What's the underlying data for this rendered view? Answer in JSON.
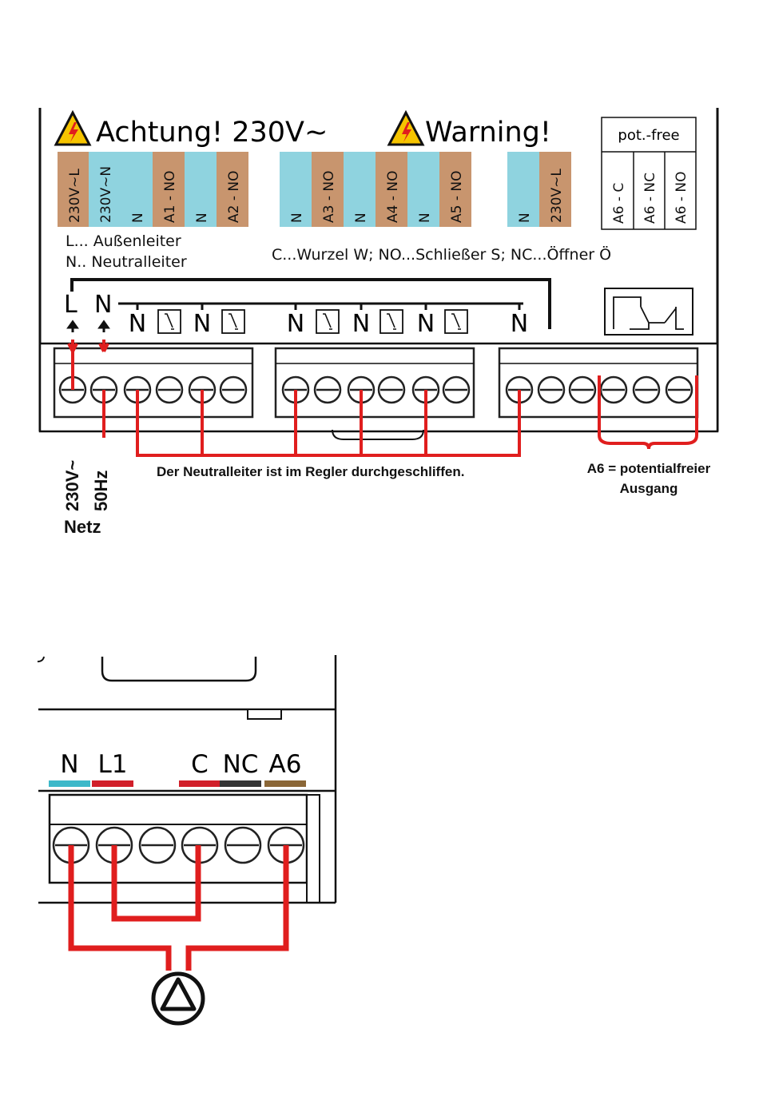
{
  "top_panel": {
    "title_left": "Achtung! 230V~",
    "title_right": "Warning!",
    "pot_free_label": "pot.-free",
    "terminal_labels": [
      {
        "text": "230V~L",
        "color": "#c8956e"
      },
      {
        "text": "230V~N",
        "color": "#8fd3df"
      },
      {
        "text": "N",
        "color": "#8fd3df"
      },
      {
        "text": "A1 - NO",
        "color": "#c8956e"
      },
      {
        "text": "N",
        "color": "#8fd3df"
      },
      {
        "text": "A2 - NO",
        "color": "#c8956e"
      },
      {
        "text": "N",
        "color": "#8fd3df"
      },
      {
        "text": "A3 - NO",
        "color": "#c8956e"
      },
      {
        "text": "N",
        "color": "#8fd3df"
      },
      {
        "text": "A4 - NO",
        "color": "#c8956e"
      },
      {
        "text": "N",
        "color": "#8fd3df"
      },
      {
        "text": "A5 - NO",
        "color": "#c8956e"
      },
      {
        "text": "N",
        "color": "#8fd3df"
      },
      {
        "text": "230V~L",
        "color": "#c8956e"
      }
    ],
    "pot_free_labels": [
      "A6 - C",
      "A6 - NC",
      "A6 - NO"
    ],
    "legend_l": "L... Außenleiter",
    "legend_n": "N.. Neutralleiter",
    "legend_contacts": "C...Wurzel W; NO...Schließer S; NC...Öffner Ö",
    "input_letters": [
      "L",
      "N"
    ],
    "n_letters": [
      "N",
      "N",
      "N",
      "N",
      "N",
      "N"
    ],
    "neutral_note": "Der Neutralleiter ist im Regler durchgeschliffen.",
    "mains_line1": "230V~",
    "mains_line2": "50Hz",
    "mains_line3": "Netz",
    "a6_note_line1": "A6 = potentialfreier",
    "a6_note_line2": "Ausgang"
  },
  "bottom_panel": {
    "terminal_labels": [
      {
        "text": "N",
        "color": "#3cb8c9"
      },
      {
        "text": "L1",
        "color": "#d11f2a"
      },
      {
        "text": "C",
        "color": "#d11f2a"
      },
      {
        "text": "NC",
        "color": "#333333"
      },
      {
        "text": "A6",
        "color": "#8a6636"
      }
    ],
    "pump_icon": "pump-circle-triangle-icon"
  },
  "colors": {
    "wire": "#e01e1e",
    "warning_yellow": "#f6c400",
    "brown_terminal": "#c8956e",
    "blue_terminal": "#8fd3df"
  }
}
